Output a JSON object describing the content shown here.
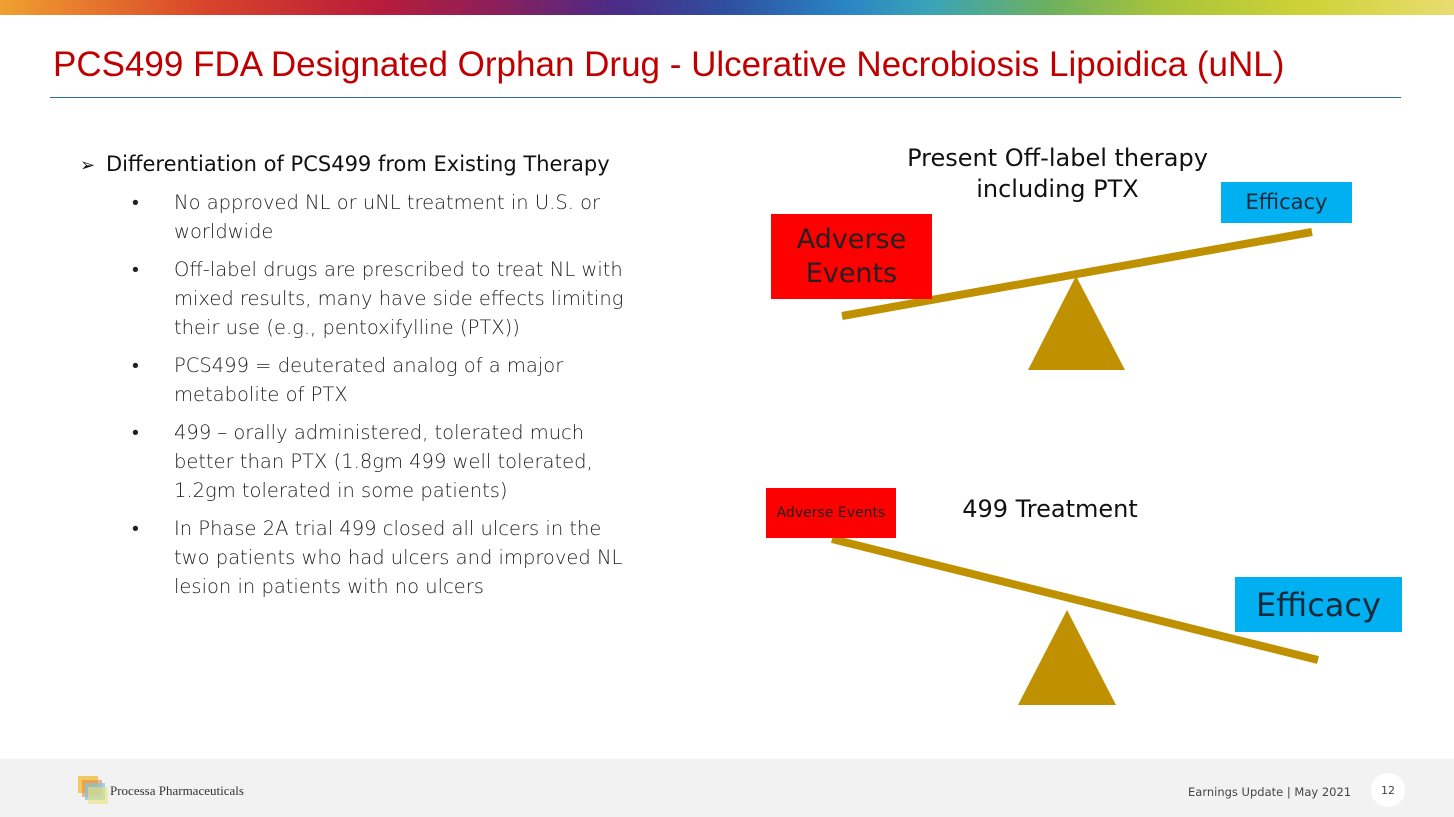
{
  "slide": {
    "title": "PCS499 FDA Designated Orphan Drug - Ulcerative Necrobiosis Lipoidica (uNL)",
    "title_color": "#c00000"
  },
  "left": {
    "heading_marker": "➢",
    "heading": "Differentiation of PCS499 from Existing Therapy",
    "bullet_symbol": "•",
    "bullets": [
      "No approved NL or uNL treatment in U.S. or worldwide",
      "Off-label drugs are prescribed to treat NL with mixed results, many have side effects limiting their use (e.g., pentoxifylline (PTX))",
      "PCS499 = deuterated analog of a major metabolite of PTX",
      "499 – orally administered, tolerated much better than PTX (1.8gm 499 well tolerated, 1.2gm tolerated in some patients)",
      "In Phase 2A trial 499 closed all ulcers in the two patients who had ulcers and improved NL lesion in patients with no ulcers"
    ]
  },
  "scale_present": {
    "caption": "Present Off-label therapy including PTX",
    "adverse_label": "Adverse Events",
    "efficacy_label": "Efficacy"
  },
  "scale_499": {
    "caption": "499 Treatment",
    "adverse_label": "Adverse Events",
    "efficacy_label": "Efficacy"
  },
  "colors": {
    "adverse_box": "#ff0000",
    "efficacy_box": "#00b0f0",
    "scale": "#bf9000"
  },
  "footer": {
    "company": "Processa Pharmaceuticals",
    "event": "Earnings Update | May 2021",
    "page_number": "12"
  }
}
